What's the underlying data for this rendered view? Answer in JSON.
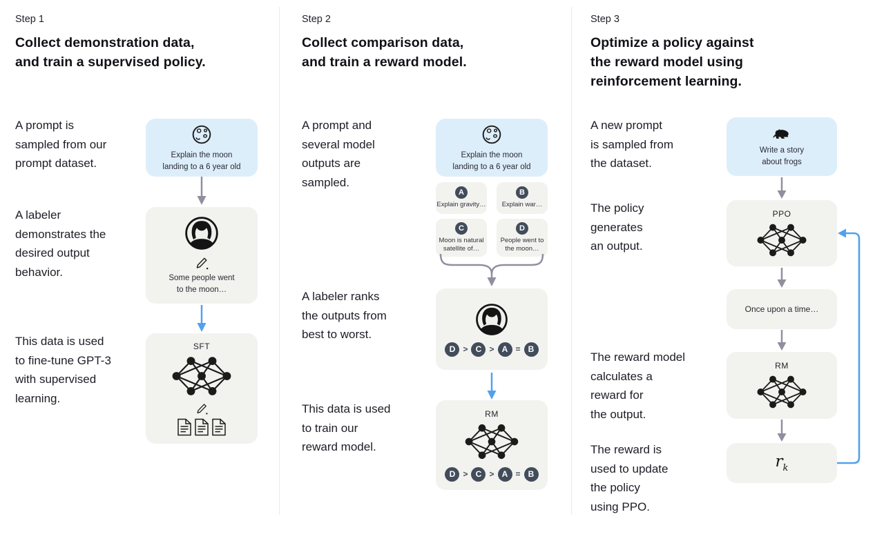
{
  "steps": [
    {
      "label": "Step 1",
      "title": "Collect demonstration data,\nand train a supervised policy.",
      "captions": [
        "A prompt is\nsampled from our\nprompt dataset.",
        "A labeler\ndemonstrates the\ndesired output\nbehavior.",
        "This data is used\nto fine-tune GPT-3\nwith supervised\nlearning."
      ],
      "prompt_box": {
        "icon": "moon-icon",
        "text": "Explain the moon\nlanding to a 6 year old"
      },
      "labeler_box": {
        "icon": "labeler-avatar",
        "text": "Some people went\nto the moon…"
      },
      "model_box": {
        "label": "SFT"
      }
    },
    {
      "label": "Step 2",
      "title": "Collect comparison data,\nand train a reward model.",
      "captions": [
        "A prompt and\nseveral model\noutputs are\nsampled.",
        "A labeler ranks\nthe outputs from\nbest to worst.",
        "This data is used\nto train our\nreward model."
      ],
      "prompt_box": {
        "icon": "moon-icon",
        "text": "Explain the moon\nlanding to a 6 year old"
      },
      "outputs": [
        {
          "letter": "A",
          "text": "Explain gravity…"
        },
        {
          "letter": "B",
          "text": "Explain war…"
        },
        {
          "letter": "C",
          "text": "Moon is natural\nsatellite of…"
        },
        {
          "letter": "D",
          "text": "People went to\nthe moon…"
        }
      ],
      "ranking": [
        "D",
        ">",
        "C",
        ">",
        "A",
        "=",
        "B"
      ],
      "model_box": {
        "label": "RM"
      }
    },
    {
      "label": "Step 3",
      "title": "Optimize a policy against\nthe reward model using\nreinforcement learning.",
      "captions": [
        "A new prompt\nis sampled from\nthe dataset.",
        "The policy\ngenerates\nan output.",
        "The reward model\ncalculates a\nreward for\nthe output.",
        "The reward is\nused to update\nthe policy\nusing PPO."
      ],
      "prompt_box": {
        "icon": "frog-icon",
        "text": "Write a story\nabout frogs"
      },
      "policy_box": {
        "label": "PPO"
      },
      "output_box": {
        "text": "Once upon a time…"
      },
      "reward_model_box": {
        "label": "RM"
      },
      "reward_box": {
        "base": "r",
        "subscript": "k"
      }
    }
  ],
  "colors": {
    "prompt_box_bg": "#ddeefb",
    "panel_bg": "#f2f2ef",
    "badge_bg": "#424c5b",
    "arrow_gray": "#8f8fa0",
    "arrow_blue": "#51a1ee"
  }
}
